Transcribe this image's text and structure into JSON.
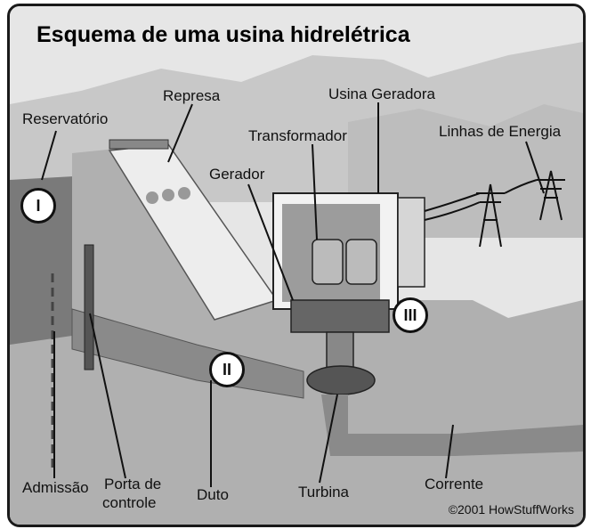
{
  "title": "Esquema de uma usina hidrelétrica",
  "labels": {
    "reservatorio": "Reservatório",
    "represa": "Represa",
    "usina_geradora": "Usina Geradora",
    "transformador": "Transformador",
    "linhas_energia": "Linhas de Energia",
    "gerador": "Gerador",
    "admissao": "Admissão",
    "porta_controle_1": "Porta de",
    "porta_controle_2": "controle",
    "duto": "Duto",
    "turbina": "Turbina",
    "corrente": "Corrente"
  },
  "markers": {
    "i": "I",
    "ii": "II",
    "iii": "III"
  },
  "credit": "©2001 HowStuffWorks"
}
